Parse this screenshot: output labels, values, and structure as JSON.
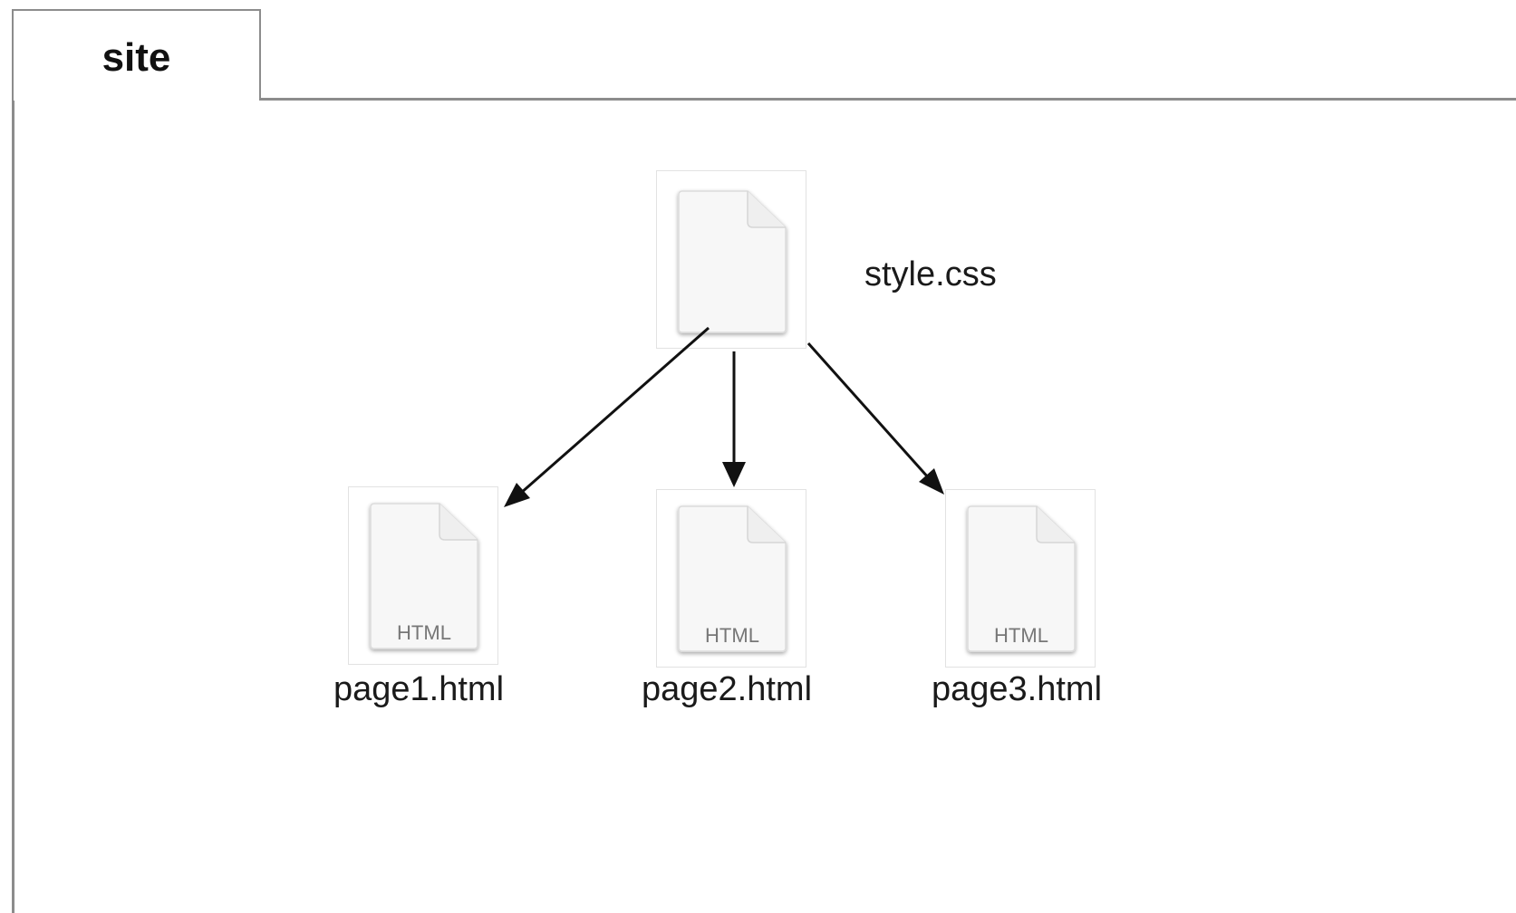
{
  "folder": {
    "label": "site"
  },
  "source_file": {
    "name": "style.css",
    "icon": "document-icon"
  },
  "target_files": [
    {
      "name": "page1.html",
      "badge": "HTML",
      "icon": "html-file-icon"
    },
    {
      "name": "page2.html",
      "badge": "HTML",
      "icon": "html-file-icon"
    },
    {
      "name": "page3.html",
      "badge": "HTML",
      "icon": "html-file-icon"
    }
  ],
  "colors": {
    "frame": "#8c8c8c",
    "arrow": "#111111",
    "icon_badge": "#777777"
  }
}
